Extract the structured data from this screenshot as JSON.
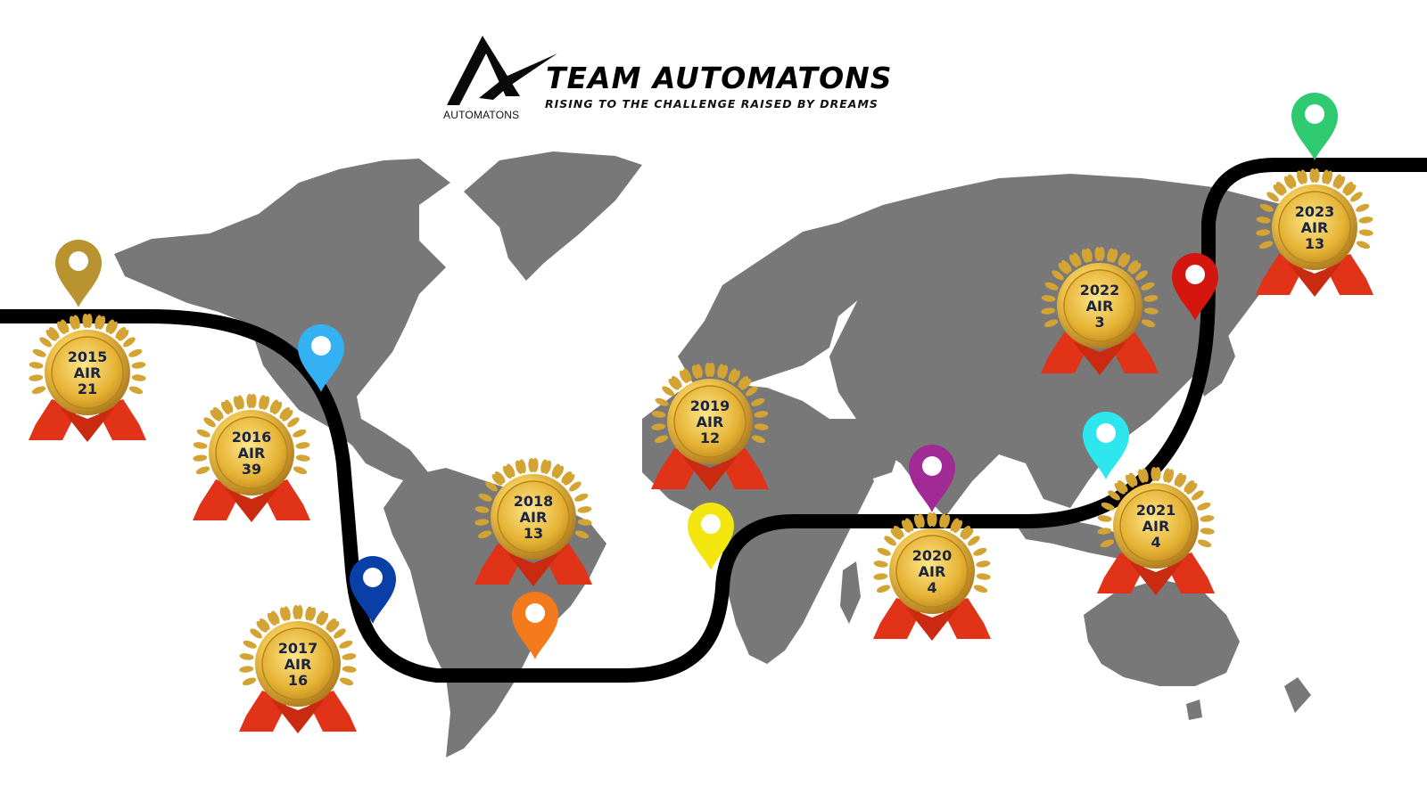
{
  "brand": {
    "small_label": "AUTOMATONS",
    "title": "TEAM AUTOMATONS",
    "tagline": "RISING TO THE CHALLENGE RAISED BY DREAMS"
  },
  "colors": {
    "road": "#000000",
    "map_land": "#777777",
    "medal_gold": "#e2b33a",
    "ribbon_red": "#e03318"
  },
  "pins": [
    {
      "name": "pin-gold",
      "color": "#b8932f"
    },
    {
      "name": "pin-skyblue",
      "color": "#34b1f2"
    },
    {
      "name": "pin-navy",
      "color": "#0b3fa8"
    },
    {
      "name": "pin-orange",
      "color": "#f57a1c"
    },
    {
      "name": "pin-yellow",
      "color": "#f3e60f"
    },
    {
      "name": "pin-purple",
      "color": "#a12a95"
    },
    {
      "name": "pin-cyan",
      "color": "#2ee6ee"
    },
    {
      "name": "pin-red",
      "color": "#d5160e"
    },
    {
      "name": "pin-green",
      "color": "#2fc970"
    }
  ],
  "medals": [
    {
      "year": "2015",
      "label": "AIR",
      "rank": "21"
    },
    {
      "year": "2016",
      "label": "AIR",
      "rank": "39"
    },
    {
      "year": "2017",
      "label": "AIR",
      "rank": "16"
    },
    {
      "year": "2018",
      "label": "AIR",
      "rank": "13"
    },
    {
      "year": "2019",
      "label": "AIR",
      "rank": "12"
    },
    {
      "year": "2020",
      "label": "AIR",
      "rank": "4"
    },
    {
      "year": "2021",
      "label": "AIR",
      "rank": "4"
    },
    {
      "year": "2022",
      "label": "AIR",
      "rank": "3"
    },
    {
      "year": "2023",
      "label": "AIR",
      "rank": "13"
    }
  ]
}
